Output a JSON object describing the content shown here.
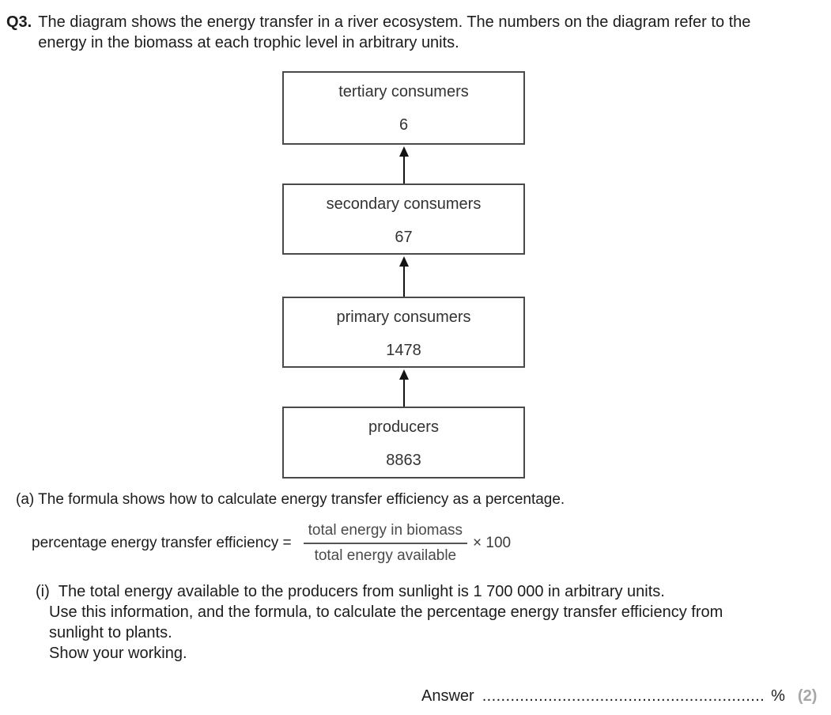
{
  "question": {
    "number": "Q3.",
    "intro_lines": [
      "The diagram shows the energy transfer in a river ecosystem. The numbers on the diagram refer to the",
      "energy in the biomass at each trophic level in arbitrary units."
    ]
  },
  "diagram": {
    "type": "trophic-level-flow-chart",
    "levels": [
      {
        "label": "tertiary consumers",
        "value": "6"
      },
      {
        "label": "secondary consumers",
        "value": "67"
      },
      {
        "label": "primary consumers",
        "value": "1478"
      },
      {
        "label": "producers",
        "value": "8863"
      }
    ],
    "arrow_direction": "up",
    "box_border_color": "#4a4a4a",
    "arrow_color": "#141414"
  },
  "part_a": {
    "text": "(a) The formula shows how to calculate energy transfer efficiency as a percentage.",
    "formula": {
      "lhs": "percentage energy transfer efficiency =",
      "numerator": "total energy in biomass",
      "denominator": "total energy available",
      "multiplier": "× 100"
    }
  },
  "part_i": {
    "marker": "(i)",
    "lines": [
      "The total energy available to the producers from sunlight is 1 700 000 in arbitrary units.",
      "Use this information, and the formula, to calculate the percentage energy transfer efficiency from",
      "sunlight to plants.",
      "Show your working."
    ]
  },
  "answer_line": {
    "label": "Answer",
    "dots": "............................................................",
    "unit": "%",
    "marks": "(2)",
    "marks_color": "#a6a6a6"
  }
}
